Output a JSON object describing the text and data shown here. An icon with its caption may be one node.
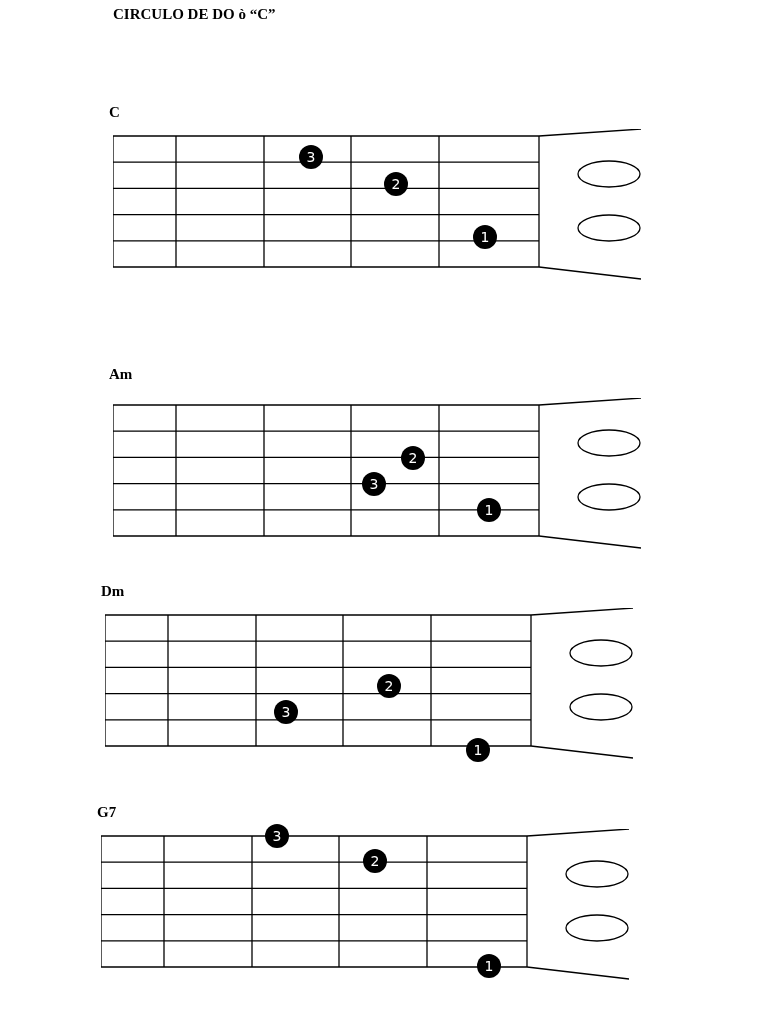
{
  "diagram": {
    "title": "CIRCULO DE DO ò “C”",
    "nodes": [
      {
        "text": [
          "C"
        ]
      },
      {
        "text": [
          "3"
        ],
        "in": 0
      },
      {
        "text": [
          "2"
        ],
        "in": 0
      },
      {
        "text": [
          "1"
        ],
        "in": 0
      },
      {
        "text": [
          "Am"
        ]
      },
      {
        "text": [
          "2"
        ],
        "in": 4
      },
      {
        "text": [
          "3"
        ],
        "in": 4
      },
      {
        "text": [
          "1"
        ],
        "in": 4
      },
      {
        "text": [
          "Dm"
        ]
      },
      {
        "text": [
          "2"
        ],
        "in": 8
      },
      {
        "text": [
          "3"
        ],
        "in": 8
      },
      {
        "text": [
          "1"
        ],
        "in": 8
      },
      {
        "text": [
          "G7"
        ]
      },
      {
        "text": [
          "3"
        ],
        "in": 12
      },
      {
        "text": [
          "2"
        ],
        "in": 12
      },
      {
        "text": [
          "1"
        ],
        "in": 12
      }
    ]
  }
}
